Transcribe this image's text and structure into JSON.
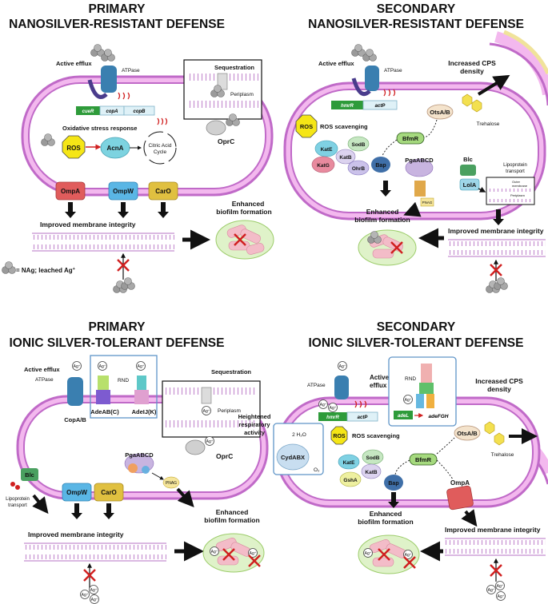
{
  "panels": {
    "tl": {
      "title1": "PRIMARY",
      "title2": "NANOSILVER-RESISTANT DEFENSE",
      "active_efflux": "Active efflux",
      "atpase": "ATPase",
      "genes": [
        "cueR",
        "copA",
        "copB"
      ],
      "sequestration": "Sequestration",
      "periplasm": "Periplasm",
      "oxidative": "Oxidative stress response",
      "ros": "ROS",
      "acna": "AcnA",
      "citric": [
        "Citric Acid",
        "Cycle"
      ],
      "oprc": "OprC",
      "porins": [
        "OmpA",
        "OmpW",
        "CarO"
      ],
      "membrane": "Improved membrane integrity",
      "biofilm": [
        "Enhanced",
        "biofilm formation"
      ],
      "legend": "= NAg; leached Ag",
      "legend_sup": "+"
    },
    "tr": {
      "title1": "SECONDARY",
      "title2": "NANOSILVER-RESISTANT DEFENSE",
      "active_efflux": "Active efflux",
      "atpase": "ATPase",
      "genes": [
        "hmrR",
        "actP"
      ],
      "cps": [
        "Increased CPS",
        "density"
      ],
      "otsab": "OtsA/B",
      "trehalose": "Trehalose",
      "ros": "ROS",
      "ros_scav": "ROS scavenging",
      "enzymes": [
        "SodB",
        "KatE",
        "KatB",
        "KatG",
        "OhrB"
      ],
      "bfmr": "BfmR",
      "bap": "Bap",
      "pga": "PgaABCD",
      "pnag": "PNAG",
      "blc": "Blc",
      "lola": "LolA",
      "lipo": [
        "Lipoprotein",
        "transport"
      ],
      "outer_mem": [
        "Outer",
        "membrane"
      ],
      "periplasm": "Periplasm",
      "biofilm": [
        "Enhanced",
        "biofilm formation"
      ],
      "membrane": "Improved membrane integrity"
    },
    "bl": {
      "title1": "PRIMARY",
      "title2": "IONIC SILVER-TOLERANT DEFENSE",
      "active_efflux": "Active efflux",
      "atpase": "ATPase",
      "rnd": "RND",
      "pumps": [
        "CopA/B",
        "AdeAB(C)",
        "AdeIJ(K)"
      ],
      "sequestration": "Sequestration",
      "periplasm": "Periplasm",
      "oprc": "OprC",
      "pga": "PgaABCD",
      "pnag": "PNAG",
      "blc": "Blc",
      "lipo": [
        "Lipoprotein",
        "transport"
      ],
      "porins": [
        "OmpW",
        "CarO"
      ],
      "membrane": "Improved membrane integrity",
      "biofilm": [
        "Enhanced",
        "biofilm formation"
      ],
      "ag": "Ag",
      "ag_sup": "+"
    },
    "br": {
      "title1": "SECONDARY",
      "title2": "IONIC SILVER-TOLERANT DEFENSE",
      "atpase": "ATPase",
      "active_efflux": [
        "Active",
        "efflux"
      ],
      "rnd": "RND",
      "genes": [
        "hmrR",
        "actP",
        "adeL",
        "adeFGH"
      ],
      "cps": [
        "Increased CPS",
        "density"
      ],
      "otsab": "OtsA/B",
      "trehalose": "Trehalose",
      "resp": [
        "Heightened",
        "respiratory",
        "activity"
      ],
      "cyd": "CydABX",
      "h2o": "2 H₂O",
      "o2": "O₂",
      "ros": "ROS",
      "ros_scav": "ROS scavenging",
      "enzymes": [
        "KatE",
        "SodB",
        "KatB",
        "GshA"
      ],
      "bfmr": "BfmR",
      "bap": "Bap",
      "ompa": "OmpA",
      "membrane": "Improved membrane integrity",
      "biofilm": [
        "Enhanced",
        "biofilm formation"
      ]
    }
  },
  "colors": {
    "cell": "#f3b8ee",
    "cell_border": "#c06ac8",
    "membrane_band": "#d7b0e0",
    "ros": "#f5e616",
    "red_porin": "#e05c5c",
    "blue_porin": "#5ab6e5",
    "yellow_porin": "#e0c040",
    "biofilm": "#f3bcc8",
    "box_border": "#5f95c8"
  }
}
